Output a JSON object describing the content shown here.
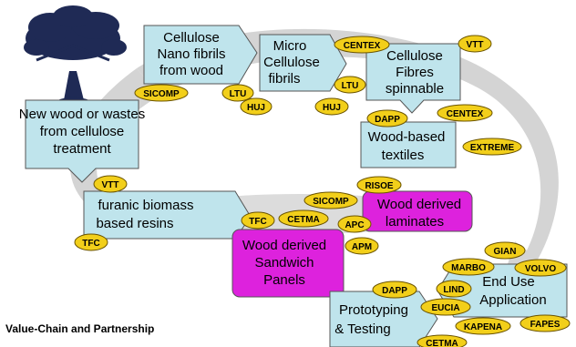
{
  "caption": "Value-Chain and Partnership",
  "colors": {
    "box_fill": "#bfe4ec",
    "box_stroke": "#555555",
    "pink_fill": "#dd22dd",
    "badge_fill": "#f2cf1a",
    "badge_stroke": "#6b5400",
    "swoosh": "#d0d0d0",
    "tree": "#1f2a55"
  },
  "icons": {
    "tree": "tree-icon",
    "flow": "circular-arrow-icon"
  },
  "boxes": {
    "nano": [
      "Cellulose",
      "Nano fibrils",
      "from wood"
    ],
    "micro": [
      "Micro",
      "Cellulose",
      "fibrils"
    ],
    "fibres": [
      "Cellulose",
      "Fibres",
      "spinnable"
    ],
    "textiles": [
      "Wood-based",
      "textiles"
    ],
    "newwood": [
      "New wood or wastes",
      "from cellulose",
      "treatment"
    ],
    "furanic": [
      "furanic biomass",
      "based resins"
    ],
    "laminates": [
      "Wood derived",
      "laminates"
    ],
    "sandwich": [
      "Wood derived",
      "Sandwich",
      "Panels"
    ],
    "enduse": [
      "End Use",
      "Application"
    ],
    "proto": [
      "Prototyping",
      "& Testing"
    ]
  },
  "badges": {
    "sicomp1": "SICOMP",
    "ltu1": "LTU",
    "huj1": "HUJ",
    "centex1": "CENTEX",
    "vtt1": "VTT",
    "ltu2": "LTU",
    "huj2": "HUJ",
    "dapp1": "DAPP",
    "centex2": "CENTEX",
    "extreme": "EXTREME",
    "vtt2": "VTT",
    "tfc1": "TFC",
    "risoe": "RISOE",
    "sicomp2": "SICOMP",
    "tfc2": "TFC",
    "cetma1": "CETMA",
    "apc": "APC",
    "apm": "APM",
    "gian": "GIAN",
    "marbo": "MARBO",
    "volvo": "VOLVO",
    "dapp2": "DAPP",
    "lind": "LIND",
    "eucia": "EUCIA",
    "kapena": "KAPENA",
    "fapes": "FAPES",
    "cetma2": "CETMA"
  }
}
